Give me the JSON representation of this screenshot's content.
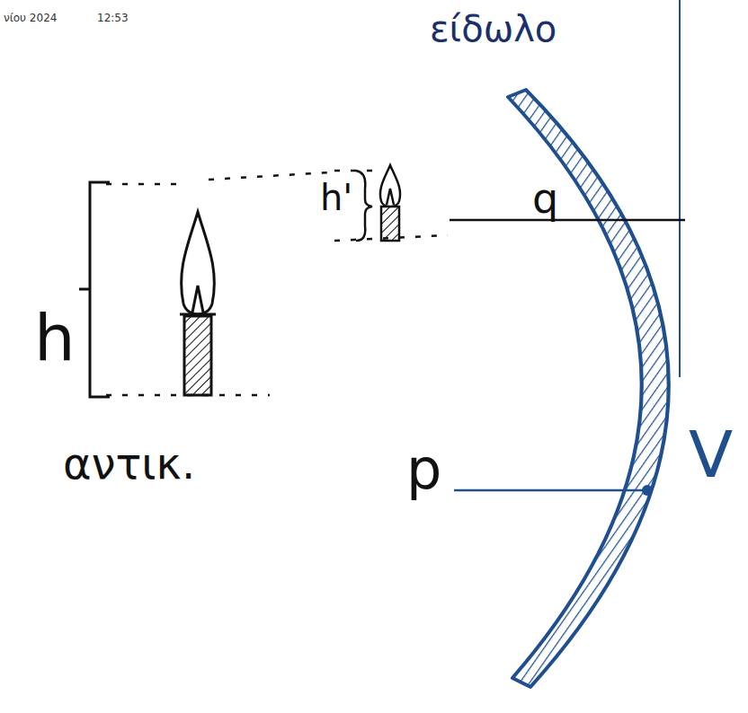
{
  "diagram": {
    "labels": [
      "νίου 2024",
      "12:53",
      "είδωλο",
      "h",
      "αντικ.",
      "h'",
      "q",
      "p",
      "V"
    ]
  }
}
